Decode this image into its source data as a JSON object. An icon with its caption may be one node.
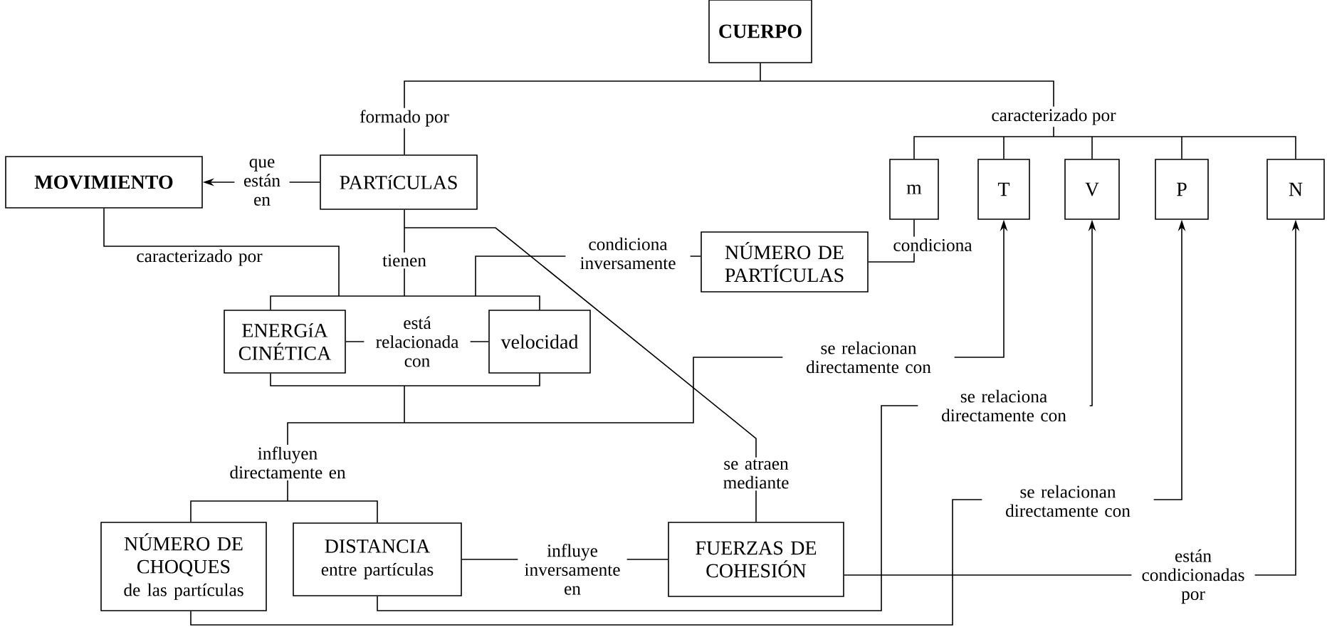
{
  "diagram": {
    "nodes": [
      {
        "text": [
          "CUERPO"
        ]
      },
      {
        "text": [
          "MOVIMIENTO"
        ]
      },
      {
        "text": [
          "PARTíCULAS"
        ]
      },
      {
        "text": [
          "m"
        ]
      },
      {
        "text": [
          "T"
        ]
      },
      {
        "text": [
          "V"
        ]
      },
      {
        "text": [
          "P"
        ]
      },
      {
        "text": [
          "N"
        ]
      },
      {
        "text": [
          "NÚMERO DE PARTÍCULAS"
        ]
      },
      {
        "text": [
          "ENERGíA CINÉTICA"
        ]
      },
      {
        "text": [
          "velocidad"
        ]
      },
      {
        "text": [
          "NÚMERO DE CHOQUES",
          "de las partículas"
        ]
      },
      {
        "text": [
          "DISTANCIA",
          "entre partículas"
        ]
      },
      {
        "text": [
          "FUERZAS DE COHESIÓN"
        ]
      }
    ],
    "edges": [
      {
        "from": 0,
        "to": 2,
        "arrow": "none",
        "label": "formado por"
      },
      {
        "from": 0,
        "to": 3,
        "arrow": "none",
        "label": "caracterizado por"
      },
      {
        "from": 0,
        "to": 4,
        "arrow": "none"
      },
      {
        "from": 0,
        "to": 5,
        "arrow": "none"
      },
      {
        "from": 0,
        "to": 6,
        "arrow": "none"
      },
      {
        "from": 0,
        "to": 7,
        "arrow": "none"
      },
      {
        "from": 2,
        "to": 1,
        "arrow": "to",
        "label": "que están en"
      },
      {
        "from": 1,
        "to": 9,
        "arrow": "none",
        "label": "caracterizado por"
      },
      {
        "from": 1,
        "to": 10,
        "arrow": "none"
      },
      {
        "from": 2,
        "to": 9,
        "arrow": "none",
        "label": "tienen"
      },
      {
        "from": 2,
        "to": 10,
        "arrow": "none"
      },
      {
        "from": 8,
        "to": 9,
        "arrow": "none",
        "label": "condiciona inversamente"
      },
      {
        "from": 8,
        "to": 10,
        "arrow": "none"
      },
      {
        "from": 3,
        "to": 8,
        "arrow": "none",
        "label": "condiciona"
      },
      {
        "from": 9,
        "to": 10,
        "arrow": "none",
        "label": "está relacionada con"
      },
      {
        "from": 2,
        "to": 13,
        "arrow": "none",
        "label": "se atraen mediante"
      },
      {
        "from": 9,
        "to": 11,
        "arrow": "none",
        "label": "influyen directamente en"
      },
      {
        "from": 9,
        "to": 12,
        "arrow": "none"
      },
      {
        "from": 10,
        "to": 11,
        "arrow": "none"
      },
      {
        "from": 10,
        "to": 12,
        "arrow": "none"
      },
      {
        "from": 9,
        "to": 4,
        "arrow": "to",
        "label": "se relacionan directamente con"
      },
      {
        "from": 10,
        "to": 4,
        "arrow": "to"
      },
      {
        "from": 12,
        "to": 13,
        "arrow": "none",
        "label": "influye inversamente en"
      },
      {
        "from": 12,
        "to": 5,
        "arrow": "to",
        "label": "se relaciona directamente con"
      },
      {
        "from": 11,
        "to": 6,
        "arrow": "to",
        "label": "se relacionan directamente con"
      },
      {
        "from": 13,
        "to": 7,
        "arrow": "to",
        "label": "están condicionadas por"
      }
    ]
  }
}
